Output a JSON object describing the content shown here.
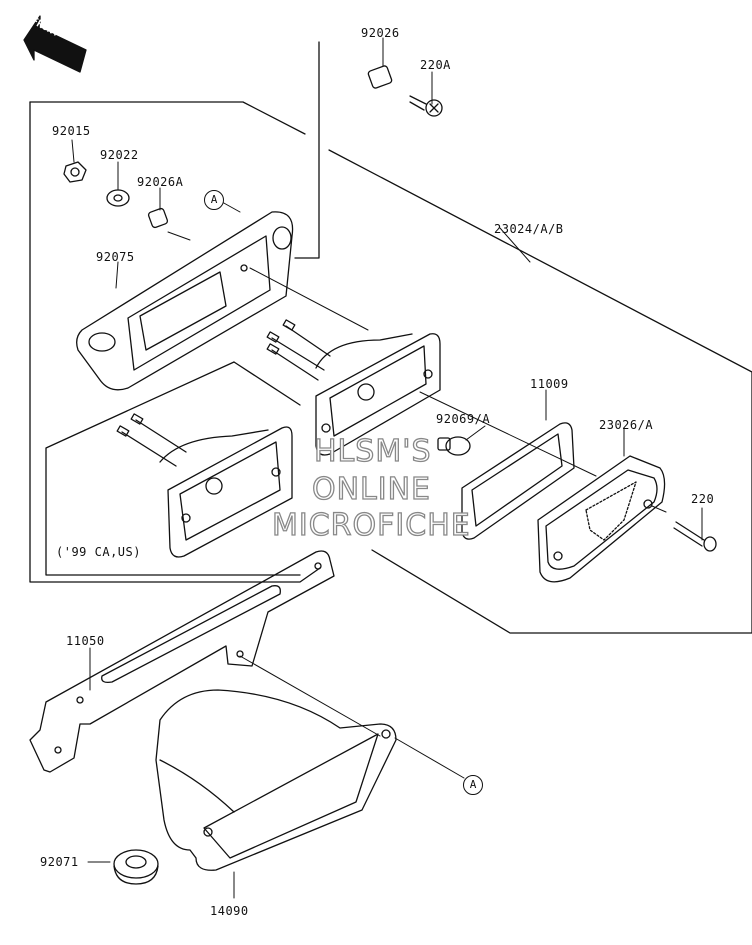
{
  "front_badge": "FRONT",
  "parts": {
    "p92026": "92026",
    "p220A": "220A",
    "p92015": "92015",
    "p92022": "92022",
    "p92026A": "92026A",
    "p23024": "23024/A/B",
    "p92075": "92075",
    "p11009": "11009",
    "p92069": "92069/A",
    "p23026": "23026/A",
    "p220": "220",
    "p11050": "11050",
    "p92071": "92071",
    "p14090": "14090"
  },
  "note": "('99 CA,US)",
  "callout_letter": "A",
  "watermark": [
    "HLSM'S",
    "ONLINE",
    "MICROFICHE"
  ]
}
